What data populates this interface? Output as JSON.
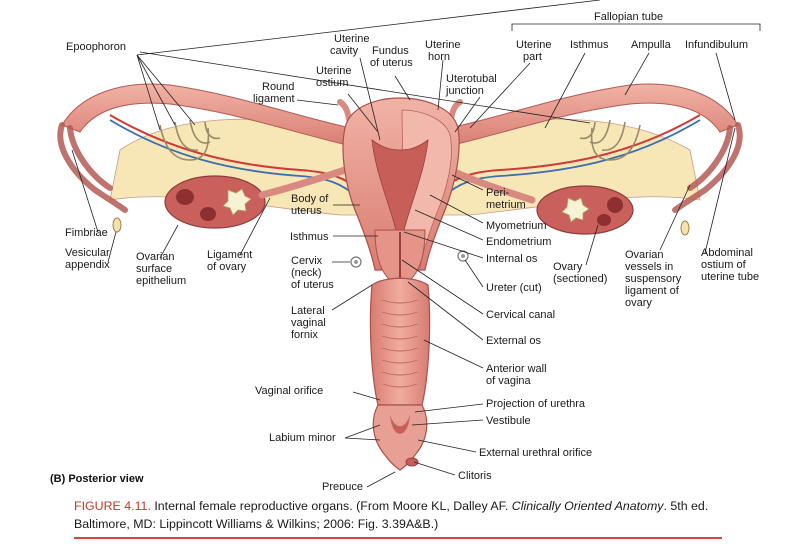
{
  "view_label": "(B) Posterior view",
  "caption": {
    "figure_number": "FIGURE 4.11.",
    "text_before_italic": " Internal female reproductive organs. (From Moore KL, Dalley AF. ",
    "italic": "Clinically Oriented Anatomy",
    "text_after_italic": ". 5th ed. Baltimore, MD: Lippincott Williams & Wilkins; 2006: Fig. 3.39A&B.)"
  },
  "labels": {
    "fallopian_tube": "Fallopian tube",
    "epoophoron": "Epoophoron",
    "uterine_cavity": [
      "Uterine",
      "cavity"
    ],
    "fundus": [
      "Fundus",
      "of uterus"
    ],
    "uterine_horn": [
      "Uterine",
      "horn"
    ],
    "uterine_part": [
      "Uterine",
      "part"
    ],
    "isthmus_tube": "Isthmus",
    "ampulla": "Ampulla",
    "infundibulum": "Infundibulum",
    "uterine_ostium": [
      "Uterine",
      "ostium"
    ],
    "uterotubal": [
      "Uterotubal",
      "junction"
    ],
    "round_ligament": [
      "Round",
      "ligament"
    ],
    "body_of_uterus": [
      "Body of",
      "uterus"
    ],
    "perimetrium": [
      "Peri-",
      "metrium"
    ],
    "myometrium": "Myometrium",
    "endometrium": "Endometrium",
    "isthmus_uterus": "Isthmus",
    "internal_os": "Internal os",
    "fimbriae": "Fimbriae",
    "vesicular_appendix": [
      "Vesicular",
      "appendix"
    ],
    "ovarian_surface": [
      "Ovarian",
      "surface",
      "epithelium"
    ],
    "ligament_of_ovary": [
      "Ligament",
      "of ovary"
    ],
    "cervix": [
      "Cervix",
      "(neck)",
      "of uterus"
    ],
    "ovary_sectioned": [
      "Ovary",
      "(sectioned)"
    ],
    "ovarian_vessels": [
      "Ovarian",
      "vessels in",
      "suspensory",
      "ligament of",
      "ovary"
    ],
    "abdominal_ostium": [
      "Abdominal",
      "ostium of",
      "uterine tube"
    ],
    "ureter": "Ureter (cut)",
    "lateral_fornix": [
      "Lateral",
      "vaginal",
      "fornix"
    ],
    "cervical_canal": "Cervical canal",
    "external_os": "External os",
    "anterior_wall": [
      "Anterior wall",
      "of vagina"
    ],
    "vaginal_orifice": "Vaginal orifice",
    "projection_urethra": "Projection of urethra",
    "vestibule": "Vestibule",
    "labium_minor": "Labium minor",
    "external_urethral": "External urethral orifice",
    "clitoris": "Clitoris",
    "prepuce": "Prepuce"
  },
  "colors": {
    "tissue": "#e89a8e",
    "tissue_dark": "#c95f5a",
    "ovary": "#c9605c",
    "ligament": "#f7e7b6",
    "artery": "#d23a3a",
    "vein": "#3b6fb0",
    "caption_accent": "#c0392b"
  }
}
